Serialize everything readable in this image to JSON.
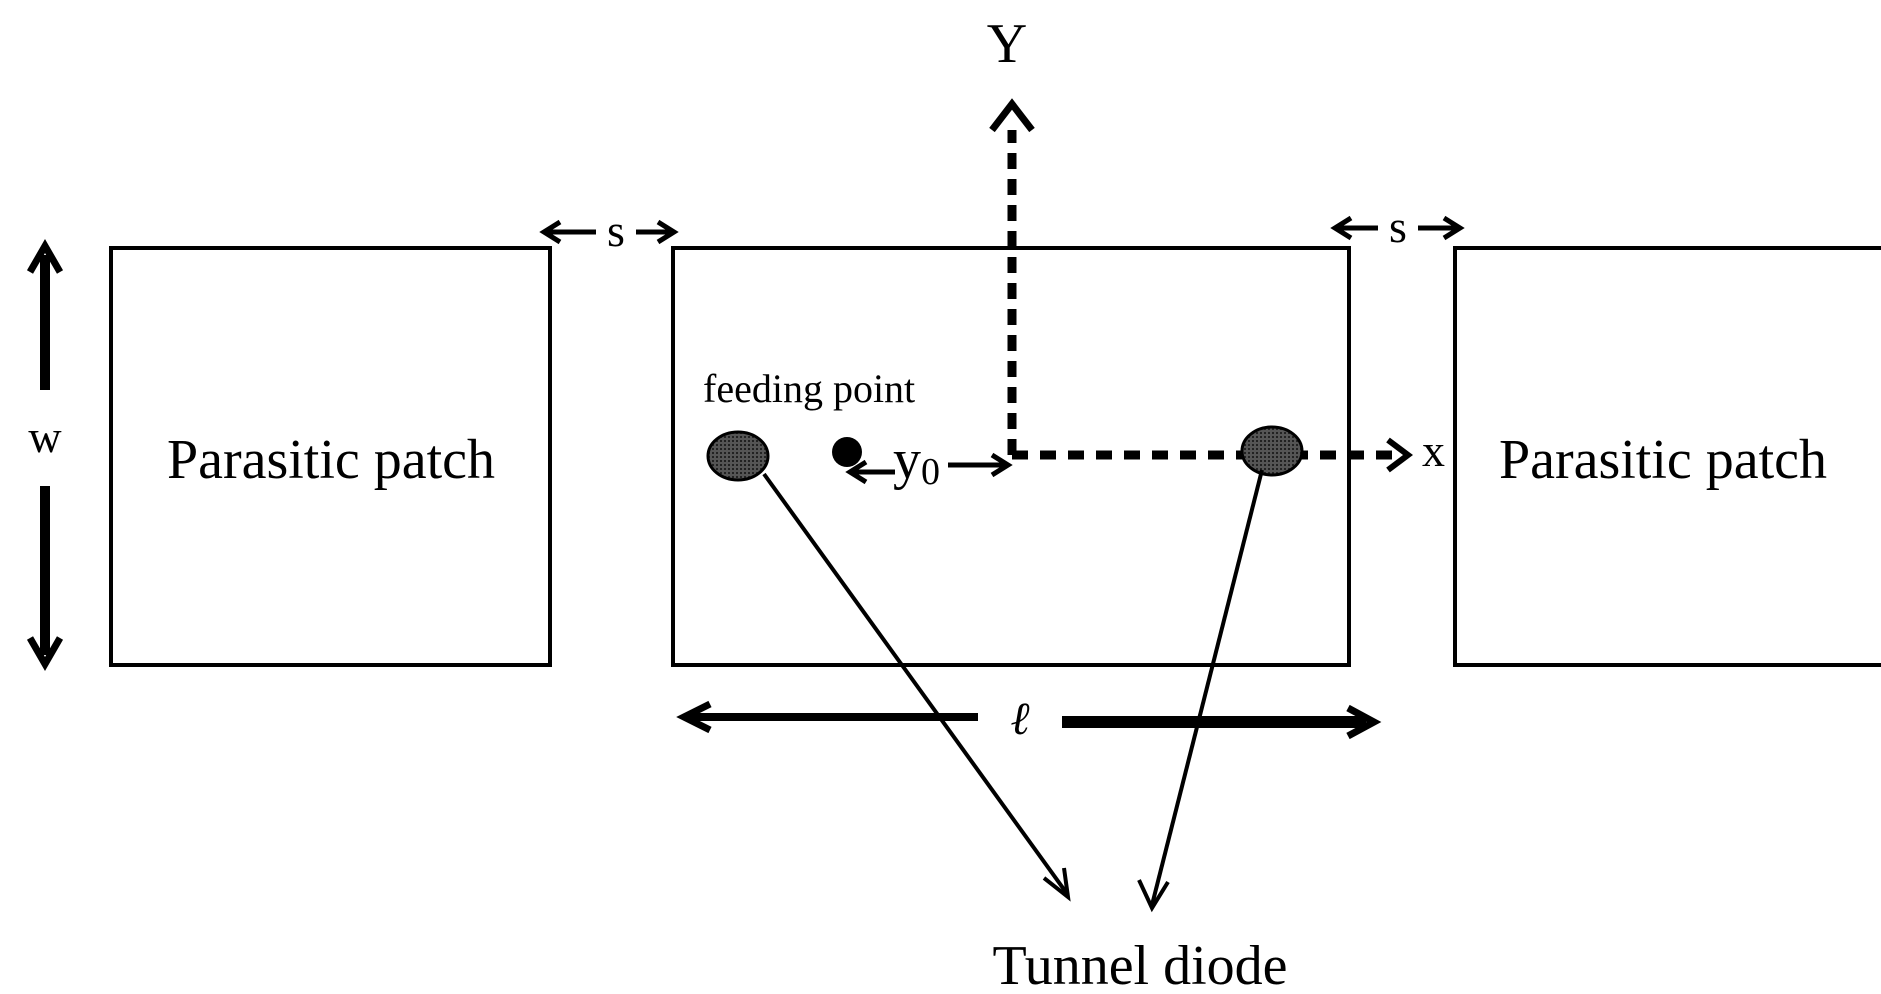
{
  "labels": {
    "axis_y": "Y",
    "axis_x": "x",
    "spacing_left": "s",
    "spacing_right": "s",
    "width": "w",
    "length": "ℓ",
    "feeding_point": "feeding point",
    "offset_base": "y",
    "offset_sub": "0",
    "left_patch": "Parasitic patch",
    "right_patch": "Parasitic patch",
    "diode": "Tunnel diode"
  },
  "colors": {
    "stroke": "#000000",
    "dot_fill": "#444444"
  }
}
